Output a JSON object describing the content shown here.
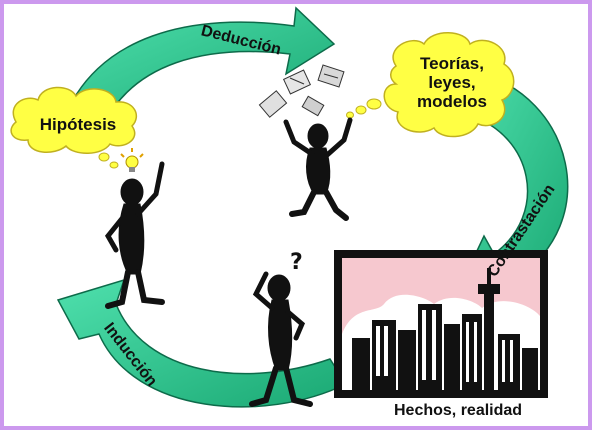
{
  "clouds": {
    "hypothesis": "Hipótesis",
    "theories": [
      "Teorías,",
      "leyes,",
      "modelos"
    ]
  },
  "arrows": {
    "deduction": "Deducción",
    "contrast": "Contrastación",
    "induction": "Inducción"
  },
  "caption": "Hechos, realidad",
  "colors": {
    "frame": "#cc99ee",
    "arrow": "#2fc995",
    "arrow_edge": "#0d6b4a",
    "cloud": "#ffff44",
    "sky": "#f6c8cf"
  }
}
